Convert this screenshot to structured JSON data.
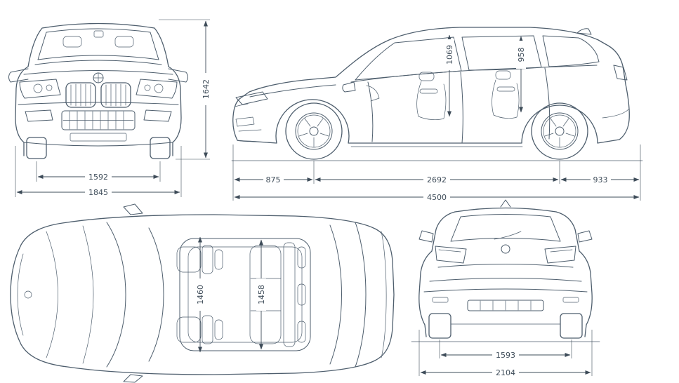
{
  "colors": {
    "line": "#4e5e6d",
    "ink": "#3e4c59"
  },
  "dims": {
    "front_track": "1592",
    "overall_width": "1845",
    "overall_height": "1642",
    "front_headroom": "1069",
    "rear_headroom": "958",
    "front_overhang": "875",
    "wheelbase": "2692",
    "rear_overhang": "933",
    "overall_length": "4500",
    "interior_width_front": "1460",
    "interior_width_rear": "1458",
    "rear_track": "1593",
    "width_incl_mirrors": "2104"
  }
}
